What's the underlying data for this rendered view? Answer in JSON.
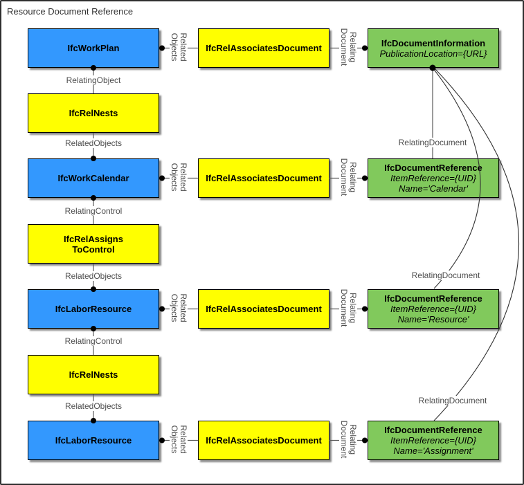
{
  "diagram_title": "Resource Document Reference",
  "colors": {
    "process_blue": "#3398FE",
    "relationship_yellow": "#FFFF00",
    "document_green": "#81C95C"
  },
  "nodes": {
    "workplan": {
      "label": "IfcWorkPlan"
    },
    "relnests1": {
      "label": "IfcRelNests"
    },
    "workcalendar": {
      "label": "IfcWorkCalendar"
    },
    "relassigns_tocontrol": {
      "label_line1": "IfcRelAssigns",
      "label_line2": "ToControl"
    },
    "laborresource1": {
      "label": "IfcLaborResource"
    },
    "relnests2": {
      "label": "IfcRelNests"
    },
    "laborresource2": {
      "label": "IfcLaborResource"
    },
    "assoc1": {
      "label": "IfcRelAssociatesDocument"
    },
    "assoc2": {
      "label": "IfcRelAssociatesDocument"
    },
    "assoc3": {
      "label": "IfcRelAssociatesDocument"
    },
    "assoc4": {
      "label": "IfcRelAssociatesDocument"
    },
    "docinfo": {
      "title": "IfcDocumentInformation",
      "attr1": "PublicationLocation={URL}"
    },
    "docref_calendar": {
      "title": "IfcDocumentReference",
      "attr1": "ItemReference={UID}",
      "attr2": "Name='Calendar'"
    },
    "docref_resource": {
      "title": "IfcDocumentReference",
      "attr1": "ItemReference={UID}",
      "attr2": "Name='Resource'"
    },
    "docref_assignment": {
      "title": "IfcDocumentReference",
      "attr1": "ItemReference={UID}",
      "attr2": "Name='Assignment'"
    }
  },
  "edge_labels": {
    "chain1": "RelatingObject",
    "chain2": "RelatedObjects",
    "chain3": "RelatingControl",
    "chain4": "RelatedObjects",
    "chain5": "RelatingControl",
    "chain6": "RelatedObjects",
    "doc1": "RelatingDocument",
    "doc2": "RelatingDocument",
    "doc3": "RelatingDocument",
    "related_objects": {
      "line1": "Related",
      "line2": "Objects"
    },
    "relating_document": {
      "line1": "Relating",
      "line2": "Document"
    }
  }
}
